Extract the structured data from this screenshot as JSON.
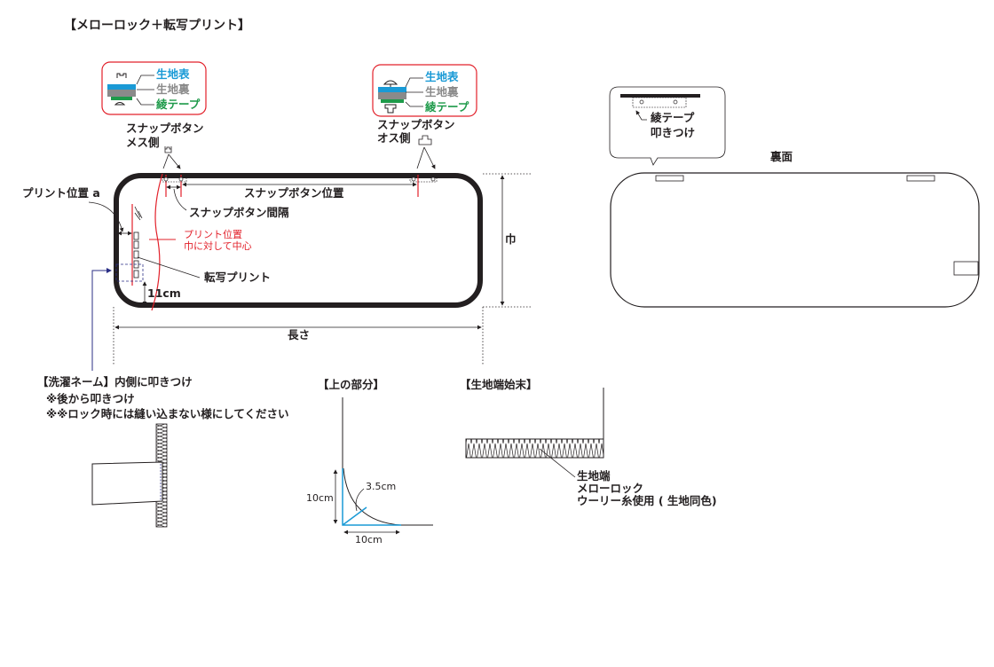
{
  "title": "【メローロック＋転写プリント】",
  "legend_female": {
    "face": "生地表",
    "back": "生地裏",
    "tape": "綾テープ"
  },
  "legend_male": {
    "face": "生地表",
    "back": "生地裏",
    "tape": "綾テープ"
  },
  "snap_female": {
    "line1": "スナップボタン",
    "line2": "メス側"
  },
  "snap_male": {
    "line1": "スナップボタン",
    "line2": "オス側"
  },
  "front": {
    "snap_position": "スナップボタン位置",
    "snap_interval": "スナップボタン間隔",
    "print_position_a": "プリント位置 a",
    "print_center_1": "プリント位置",
    "print_center_2": "巾に対して中心",
    "transfer_print": "転写プリント",
    "dim_11cm": "11cm",
    "width_label": "巾",
    "length_label": "長さ"
  },
  "back": {
    "title": "裏面",
    "callout_1": "綾テープ",
    "callout_2": "叩きつけ"
  },
  "wash_label": {
    "heading": "【洗濯ネーム】内側に叩きつけ",
    "note1": "※後から叩きつけ",
    "note2": "※※ロック時には縫い込まない様にしてください"
  },
  "top_part": {
    "heading": "【上の部分】",
    "radius": "3.5cm",
    "height": "10cm",
    "width": "10cm"
  },
  "edge_finish": {
    "heading": "【生地端始末】",
    "line1": "生地端",
    "line2": "メローロック",
    "line3": "ウーリー糸使用 ( 生地同色)"
  },
  "colors": {
    "face": "#1a9ad6",
    "back": "#8a8a8a",
    "tape": "#1e9a4a",
    "red": "#e2202a",
    "navy": "#2b2f86"
  }
}
